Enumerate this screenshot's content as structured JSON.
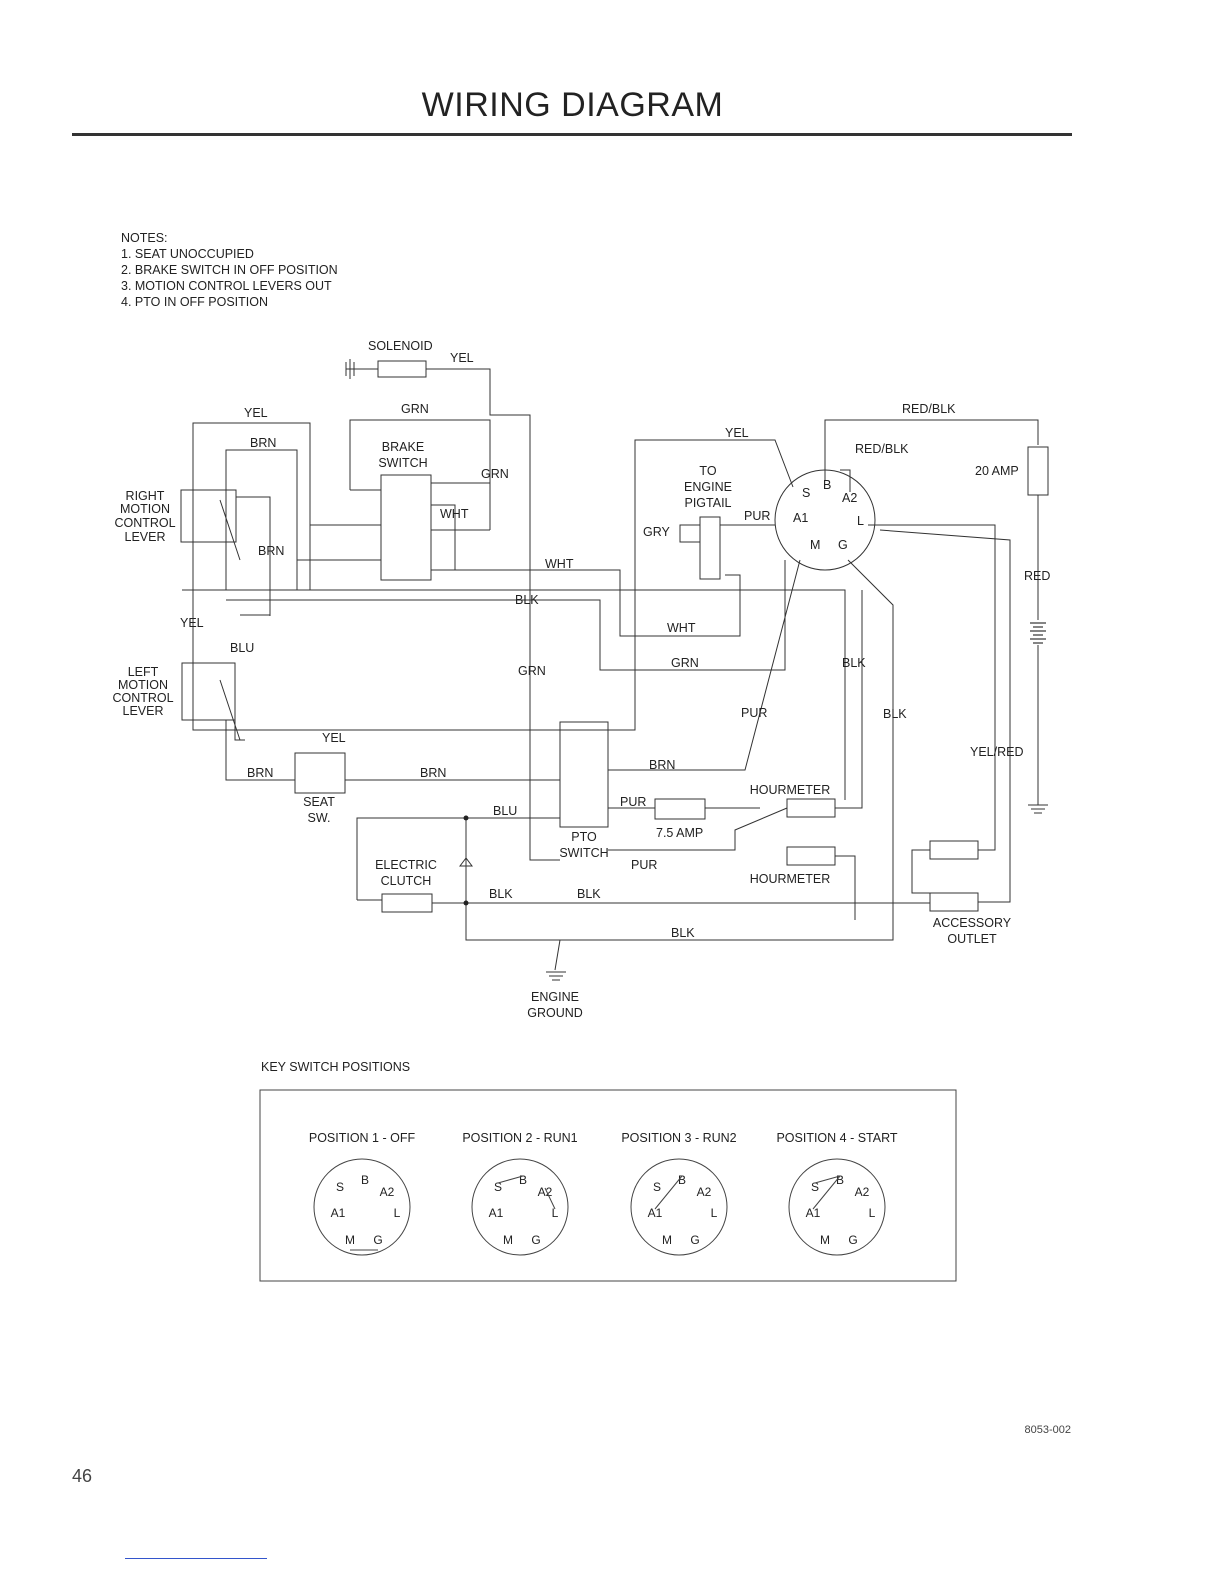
{
  "title": "WIRING DIAGRAM",
  "notes": {
    "heading": "NOTES:",
    "items": [
      "1. SEAT UNOCCUPIED",
      "2. BRAKE SWITCH IN OFF POSITION",
      "3. MOTION CONTROL LEVERS OUT",
      "4. PTO IN OFF POSITION"
    ]
  },
  "components": {
    "solenoid": "SOLENOID",
    "brake_switch": [
      "BRAKE",
      "SWITCH"
    ],
    "right_motion_lever": [
      "RIGHT",
      "MOTION",
      "CONTROL",
      "LEVER"
    ],
    "left_motion_lever": [
      "LEFT",
      "MOTION",
      "CONTROL",
      "LEVER"
    ],
    "engine_pigtail": [
      "TO",
      "ENGINE",
      "PIGTAIL"
    ],
    "fuse_20": "20 AMP",
    "fuse_7_5": "7.5 AMP",
    "seat_switch": [
      "SEAT",
      "SW."
    ],
    "pto_switch": [
      "PTO",
      "SWITCH"
    ],
    "electric_clutch": [
      "ELECTRIC",
      "CLUTCH"
    ],
    "hourmeter_1": "HOURMETER",
    "hourmeter_2": "HOURMETER",
    "accessory_outlet": [
      "ACCESSORY",
      "OUTLET"
    ],
    "engine_ground": [
      "ENGINE",
      "GROUND"
    ]
  },
  "key_switch_terminals": {
    "s": "S",
    "b": "B",
    "a2": "A2",
    "a1": "A1",
    "l": "L",
    "m": "M",
    "g": "G"
  },
  "wire_labels": {
    "yel_solenoid": "YEL",
    "grn_top": "GRN",
    "yel_top_left": "YEL",
    "brn_top_left": "BRN",
    "grn_brake": "GRN",
    "wht_brake": "WHT",
    "brn_mid": "BRN",
    "wht_mid": "WHT",
    "blk_mid": "BLK",
    "wht_low": "WHT",
    "yel_left": "YEL",
    "blu_left": "BLU",
    "grn_center": "GRN",
    "grn_right": "GRN",
    "red_blk_top": "RED/BLK",
    "red_blk_inner": "RED/BLK",
    "yel_key": "YEL",
    "pur_key": "PUR",
    "gry_pigtail": "GRY",
    "red_battery": "RED",
    "blk_right1": "BLK",
    "blk_right2": "BLK",
    "pur_mid": "PUR",
    "yel_red": "YEL/RED",
    "yel_lower": "YEL",
    "brn_seat_left": "BRN",
    "brn_seat_right": "BRN",
    "brn_pto": "BRN",
    "blu_clutch": "BLU",
    "pur_fuse": "PUR",
    "pur_low": "PUR",
    "blk_clutch1": "BLK",
    "blk_clutch2": "BLK",
    "blk_bottom": "BLK"
  },
  "key_switch_positions": {
    "heading": "KEY SWITCH POSITIONS",
    "positions": [
      "POSITION 1 - OFF",
      "POSITION 2 - RUN1",
      "POSITION 3 - RUN2",
      "POSITION 4 - START"
    ]
  },
  "document_number": "8053-002",
  "page_number": "46"
}
